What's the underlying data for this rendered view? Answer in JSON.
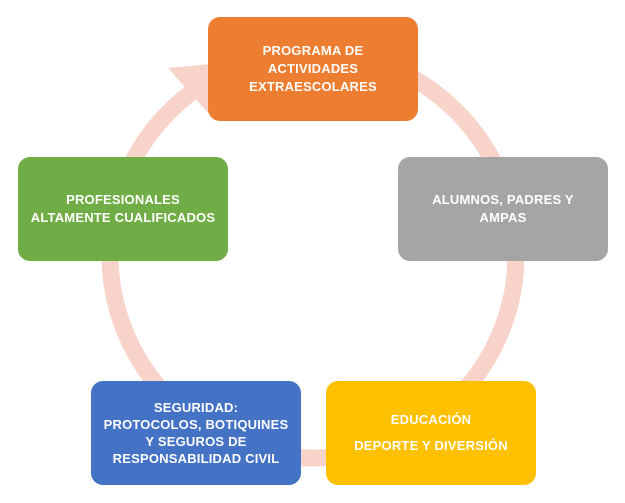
{
  "diagram": {
    "ring_color": "#f7d3c9",
    "nodes": [
      {
        "id": "programa",
        "color": "#ed7d31",
        "lines": [
          "PROGRAMA DE",
          "ACTIVIDADES",
          "EXTRAESCOLARES"
        ]
      },
      {
        "id": "alumnos",
        "color": "#a5a5a5",
        "lines": [
          "ALUMNOS, PADRES Y",
          "AMPAS"
        ]
      },
      {
        "id": "educacion",
        "color": "#ffc000",
        "lines": [
          "EDUCACIÓN",
          "DEPORTE Y DIVERSIÓN"
        ]
      },
      {
        "id": "seguridad",
        "color": "#4472c4",
        "lines": [
          "SEGURIDAD:",
          "PROTOCOLOS, BOTIQUINES",
          "Y SEGUROS DE",
          "RESPONSABILIDAD CIVIL"
        ]
      },
      {
        "id": "profesionales",
        "color": "#70ad47",
        "lines": [
          "PROFESIONALES",
          "ALTAMENTE CUALIFICADOS"
        ]
      }
    ]
  }
}
